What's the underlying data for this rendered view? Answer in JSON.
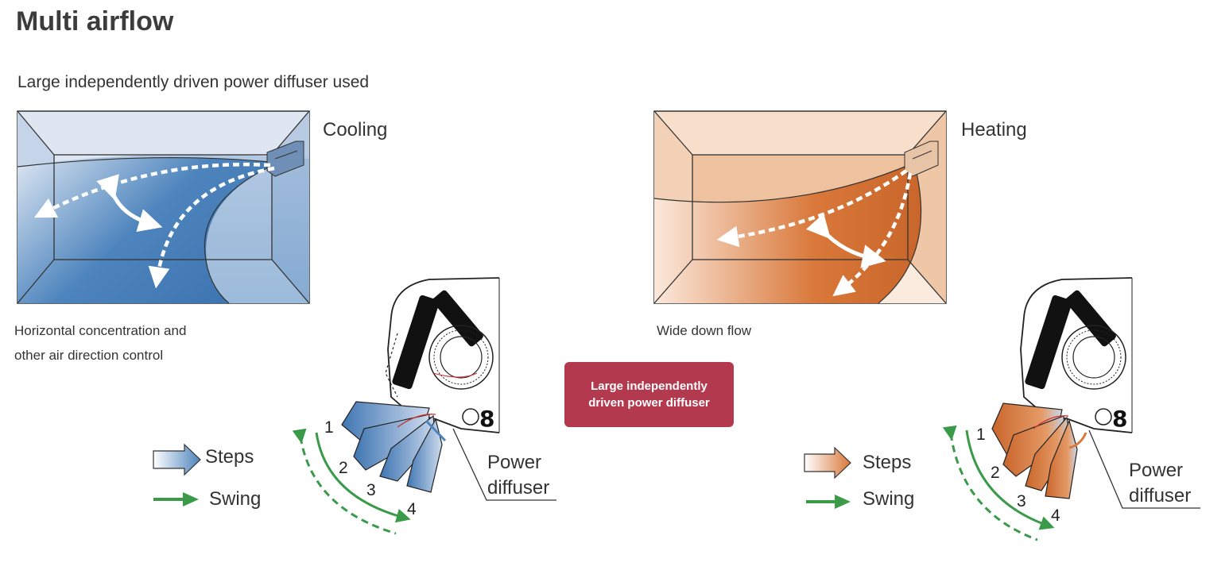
{
  "title": "Multi airflow",
  "subtitle": "Large independently driven power diffuser used",
  "cooling": {
    "mode_label": "Cooling",
    "caption_line1": "Horizontal concentration and",
    "caption_line2": "other air direction control",
    "color": "#4d84bd"
  },
  "heating": {
    "mode_label": "Heating",
    "caption_line1": "Wide down flow",
    "color": "#d9783a"
  },
  "badge": {
    "line1": "Large independently",
    "line2": "driven power diffuser",
    "color": "#b3394f"
  },
  "legend": {
    "steps_label": "Steps",
    "swing_label": "Swing",
    "swing_color": "#3a9a4a"
  },
  "diffuser": {
    "label_line1": "Power",
    "label_line2": "diffuser",
    "steps": [
      "1",
      "2",
      "3",
      "4"
    ]
  }
}
